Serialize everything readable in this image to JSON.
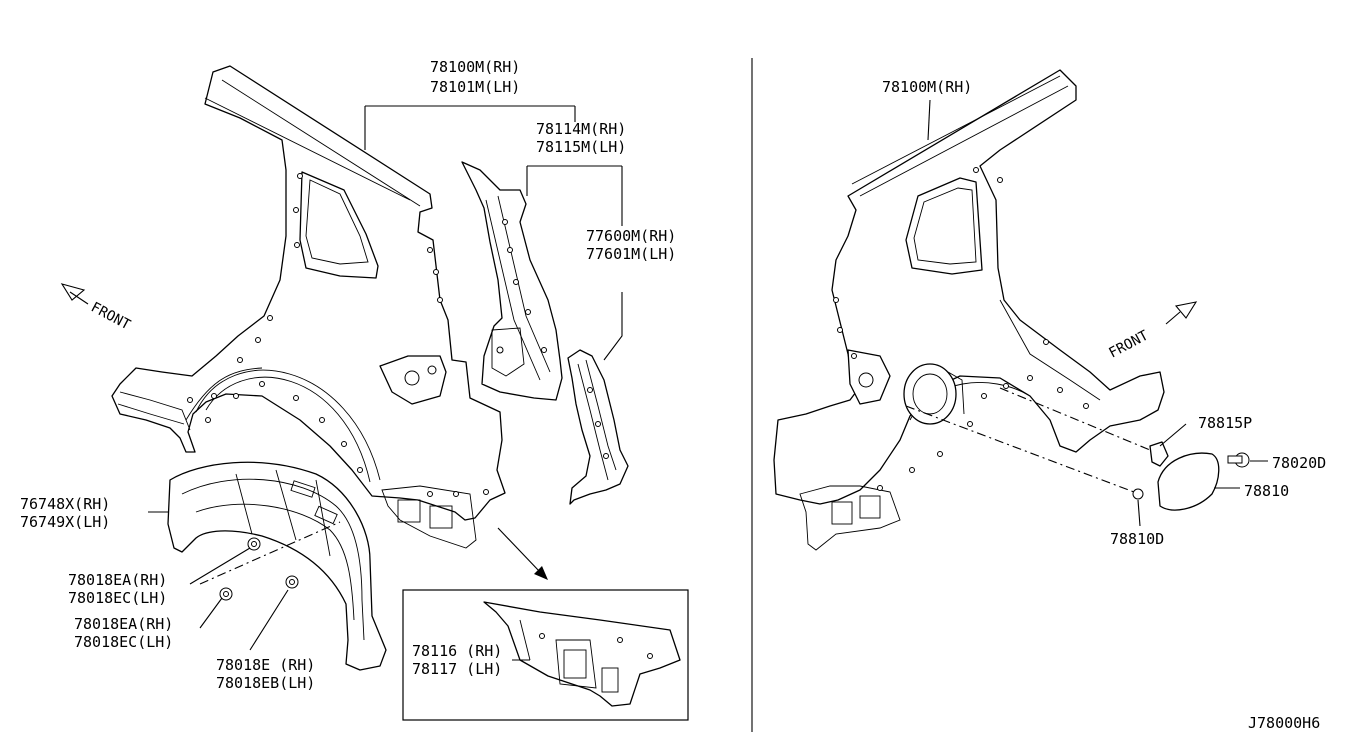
{
  "labels": {
    "l_78100M_78101M": [
      "78100M(RH)",
      "78101M(LH)"
    ],
    "l_78114M_78115M": [
      "78114M(RH)",
      "78115M(LH)"
    ],
    "l_77600M_77601M": [
      "77600M(RH)",
      "77601M(LH)"
    ],
    "l_76748X_76749X": [
      "76748X(RH)",
      "76749X(LH)"
    ],
    "l_78018EA_78018EC_1": [
      "78018EA(RH)",
      "78018EC(LH)"
    ],
    "l_78018EA_78018EC_2": [
      "78018EA(RH)",
      "78018EC(LH)"
    ],
    "l_78018E_78018EB": [
      "78018E (RH)",
      "78018EB(LH)"
    ],
    "l_78116_78117": [
      "78116 (RH)",
      "78117 (LH)"
    ],
    "l_78100M_right": "78100M(RH)",
    "l_78815P": "78815P",
    "l_78020D": "78020D",
    "l_78810": "78810",
    "l_78810D": "78810D"
  },
  "front_left": "FRONT",
  "front_right": "FRONT",
  "diagram_code": "J78000H6"
}
